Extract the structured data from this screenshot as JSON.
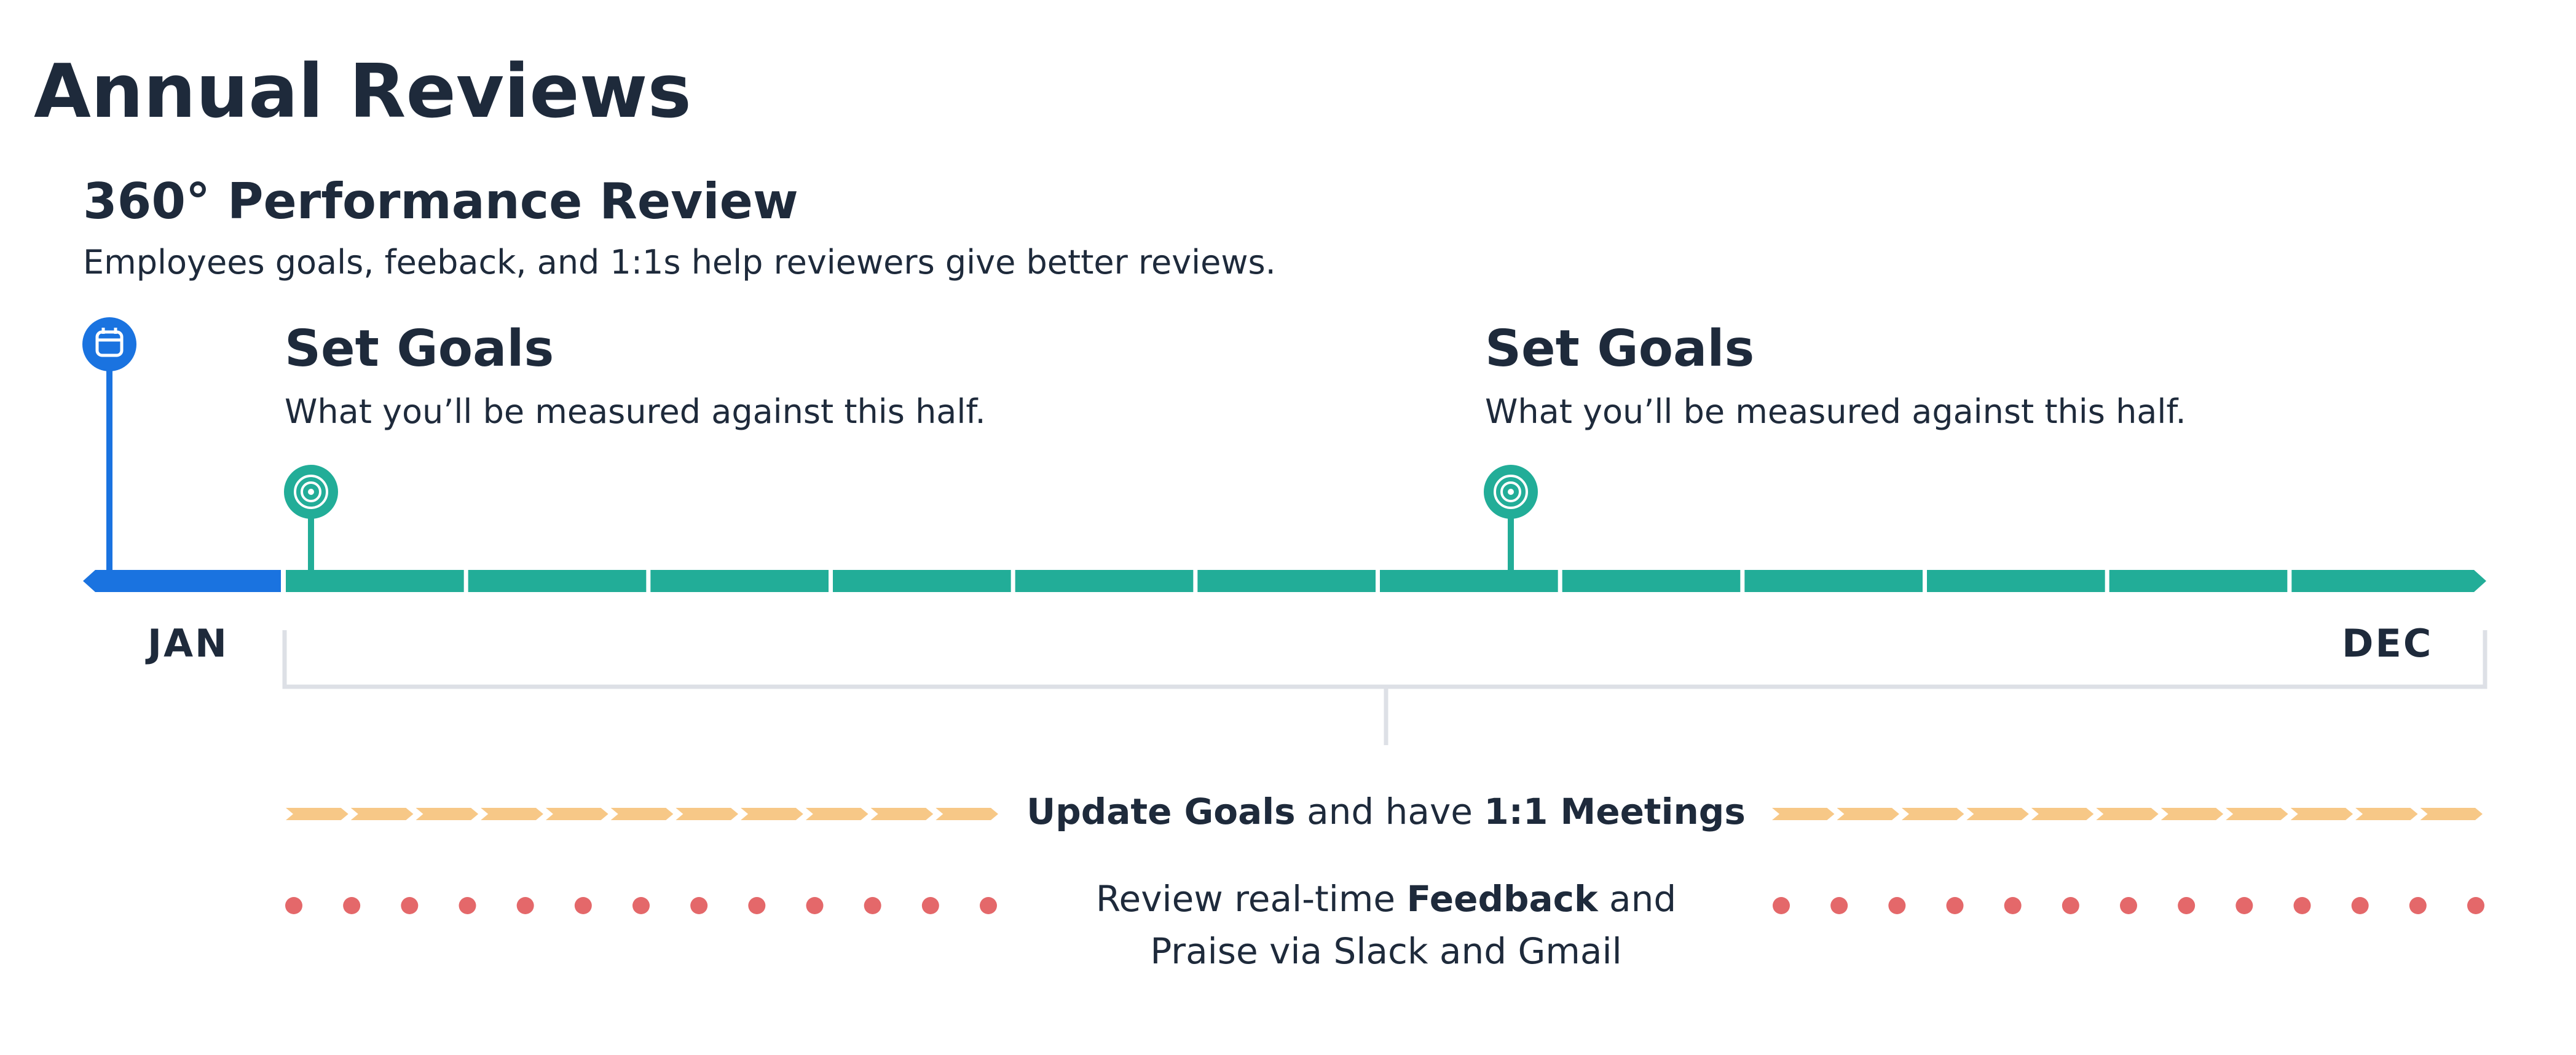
{
  "page": {
    "title": "Annual Reviews",
    "subtitle": "360° Performance Review",
    "description": "Employees goals, feeback, and 1:1s help reviewers give better reviews."
  },
  "milestones": [
    {
      "title": "Set Goals",
      "description": "What you’ll be measured against this half.",
      "icon": "target-icon"
    },
    {
      "title": "Set Goals",
      "description": "What you’ll be measured against this half.",
      "icon": "target-icon"
    }
  ],
  "start_marker": {
    "icon": "calendar-icon"
  },
  "timeline": {
    "start_label": "JAN",
    "end_label": "DEC",
    "months": 12
  },
  "activities": {
    "update_goals": {
      "bold1": "Update Goals",
      "mid": " and have ",
      "bold2": "1:1 Meetings"
    },
    "feedback_line1": {
      "pre": "Review real-time ",
      "bold": "Feedback",
      "post": " and"
    },
    "feedback_line2": "Praise via Slack and Gmail"
  },
  "colors": {
    "text": "#1e2a3b",
    "blue": "#1a73e0",
    "teal": "#22ad98",
    "orange": "#f7c887",
    "red": "#e4686a",
    "gray": "#dde0e6"
  }
}
